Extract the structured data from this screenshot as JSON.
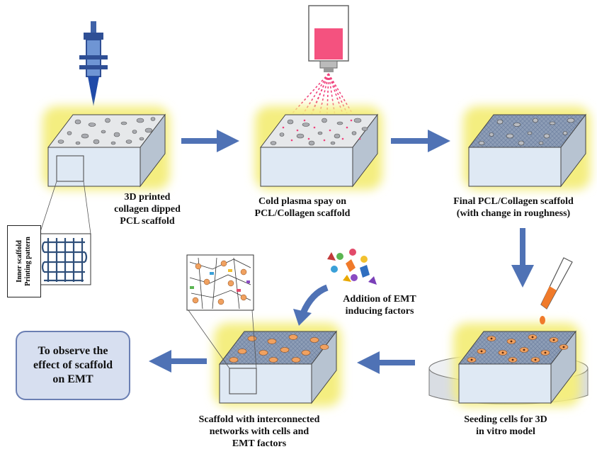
{
  "steps": {
    "printed": {
      "lines": [
        "3D printed",
        "collagen dipped",
        "PCL scaffold"
      ]
    },
    "plasma": {
      "lines": [
        "Cold plasma spay on",
        "PCL/Collagen scaffold"
      ]
    },
    "final": {
      "lines": [
        "Final PCL/Collagen scaffold",
        "(with change in roughness)"
      ]
    },
    "seeding": {
      "lines": [
        "Seeding cells for 3D",
        "in vitro model"
      ]
    },
    "network": {
      "lines": [
        "Scaffold with interconnected",
        "networks with cells and",
        "EMT factors"
      ]
    },
    "emt_addition": {
      "lines": [
        "Addition of EMT",
        "inducing factors"
      ]
    },
    "inner": {
      "lines": [
        "Inner scaffold",
        "Printing pattern"
      ]
    },
    "observe": {
      "lines": [
        "To observe the",
        "effect of scaffold",
        "on EMT"
      ]
    }
  },
  "colors": {
    "arrow": "#4f72b5",
    "glow": "#f2ec7a",
    "box_front": "#dfe9f4",
    "box_side": "#b7c3d1",
    "box_top_plain": "#e6e8ea",
    "box_top_rough": "#8f9fb8",
    "cell": "#f0a160",
    "spray": "#f0417c",
    "end_box": "#d7dff0"
  }
}
